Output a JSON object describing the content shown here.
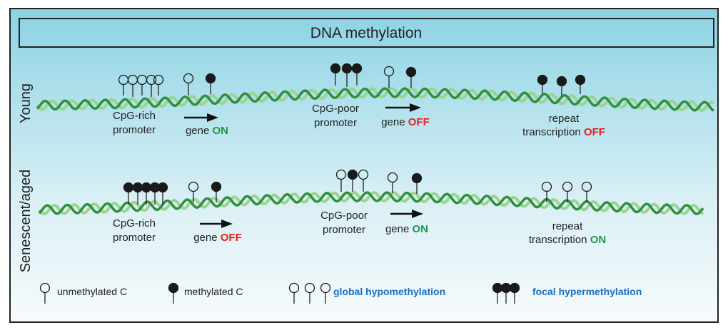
{
  "title": "DNA methylation",
  "rows": [
    {
      "label": "Young",
      "cpg_rich": {
        "line1": "CpG-rich",
        "line2": "promoter",
        "gene": "gene",
        "state": "ON"
      },
      "cpg_poor": {
        "line1": "CpG-poor",
        "line2": "promoter",
        "gene": "gene",
        "state": "OFF"
      },
      "repeat": {
        "line1": "repeat",
        "line2": "transcription",
        "state": "OFF"
      }
    },
    {
      "label": "Senescent/aged",
      "cpg_rich": {
        "line1": "CpG-rich",
        "line2": "promoter",
        "gene": "gene",
        "state": "OFF"
      },
      "cpg_poor": {
        "line1": "CpG-poor",
        "line2": "promoter",
        "gene": "gene",
        "state": "ON"
      },
      "repeat": {
        "line1": "repeat",
        "line2": "transcription",
        "state": "ON"
      }
    }
  ],
  "legend": {
    "unmethylated": "unmethylated C",
    "methylated": "methylated C",
    "global": "global hypomethylation",
    "focal": "focal hypermethylation"
  },
  "colors": {
    "on": "#1a9a48",
    "off": "#e02020",
    "legend_accent": "#1a6fc0",
    "dna_dark": "#2f8f3a",
    "dna_light": "#9ad48e"
  }
}
